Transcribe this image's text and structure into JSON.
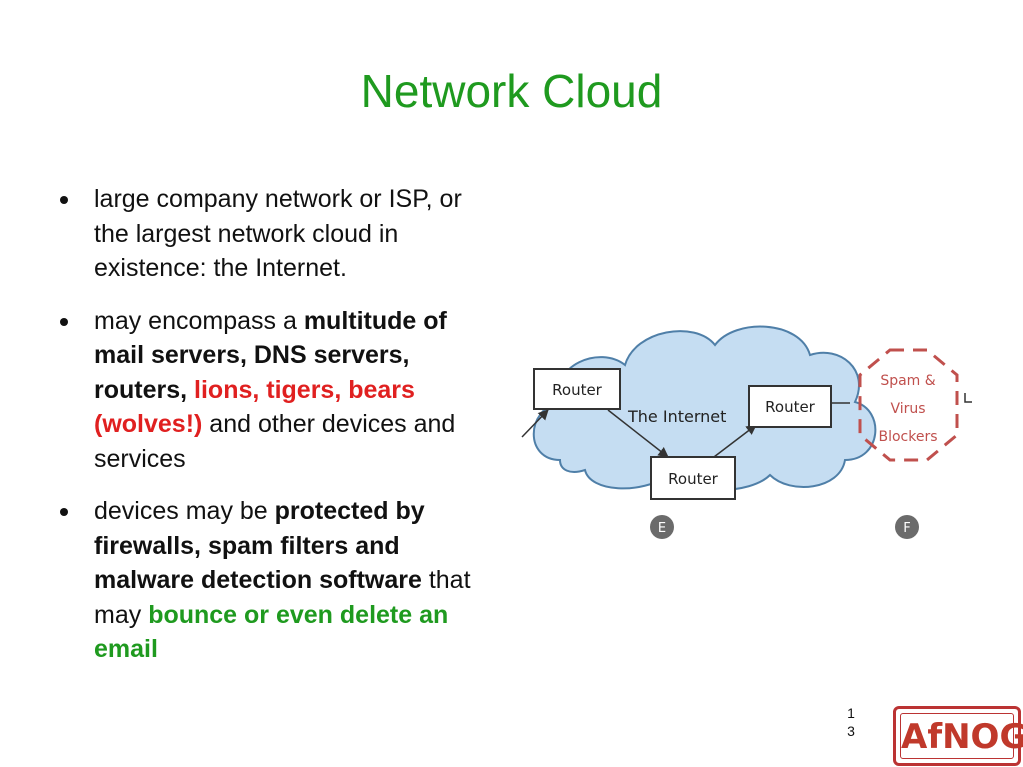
{
  "slide": {
    "title": "Network Cloud",
    "page_number_line1": "1",
    "page_number_line2": "3"
  },
  "bullets": [
    {
      "text": "large company network or ISP, or the largest network cloud in existence: the Internet."
    },
    {
      "part1": "may encompass a ",
      "part2_bold": "multitude of mail servers, DNS servers, routers, ",
      "part3_red": "lions, tigers, bears (wolves!)",
      "part4": " and other devices and services"
    },
    {
      "part1": "devices may be ",
      "part2_bold": "protected by firewalls, spam filters and malware detection software",
      "part3": " that may ",
      "part4_green": "bounce or even delete an email"
    }
  ],
  "diagram": {
    "cloud_label": "The Internet",
    "router_left": "Router",
    "router_right": "Router",
    "router_bottom": "Router",
    "blocker_line1": "Spam &",
    "blocker_line2": "Virus",
    "blocker_line3": "Blockers",
    "node_e": "E",
    "node_f": "F",
    "colors": {
      "cloud_fill": "#c5ddf2",
      "cloud_stroke": "#4f7fa8",
      "blocker": "#c0504d",
      "node": "#6b6b6b"
    }
  },
  "logo": {
    "text": "AfNOG"
  },
  "colors": {
    "title": "#1f9a1f",
    "highlight_red": "#e02020",
    "highlight_green": "#1f9a1f"
  }
}
